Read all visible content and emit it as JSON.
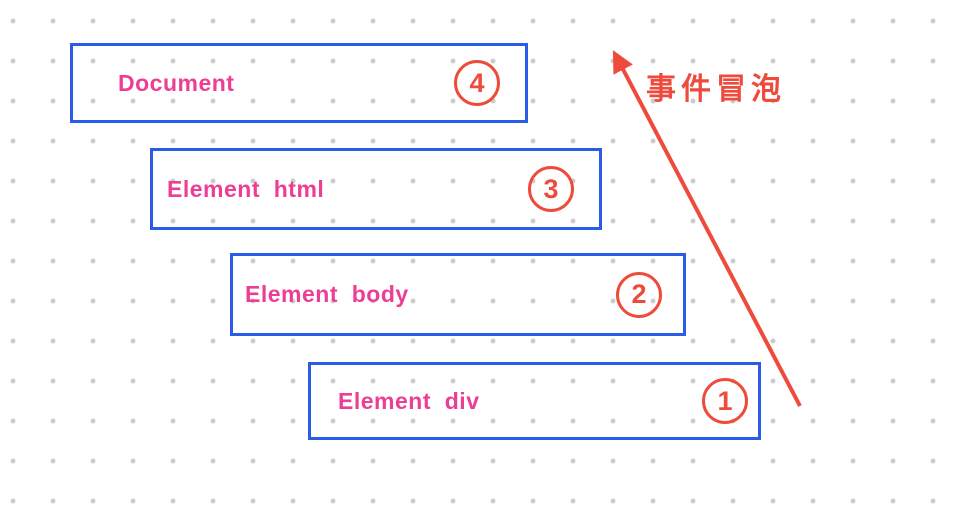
{
  "diagram": {
    "title": "event-bubbling-diagram",
    "annotation": "事件冒泡",
    "boxes": [
      {
        "label": "Document",
        "number": "4"
      },
      {
        "label": "Element  html",
        "number": "3"
      },
      {
        "label": "Element  body",
        "number": "2"
      },
      {
        "label": "Element  div",
        "number": "1"
      }
    ]
  },
  "colors": {
    "box_border": "#2b5ce5",
    "label_pink": "#ed3e95",
    "accent_red": "#ee4b3d",
    "grid_dot": "#cbcbcb",
    "background": "#ffffff"
  }
}
